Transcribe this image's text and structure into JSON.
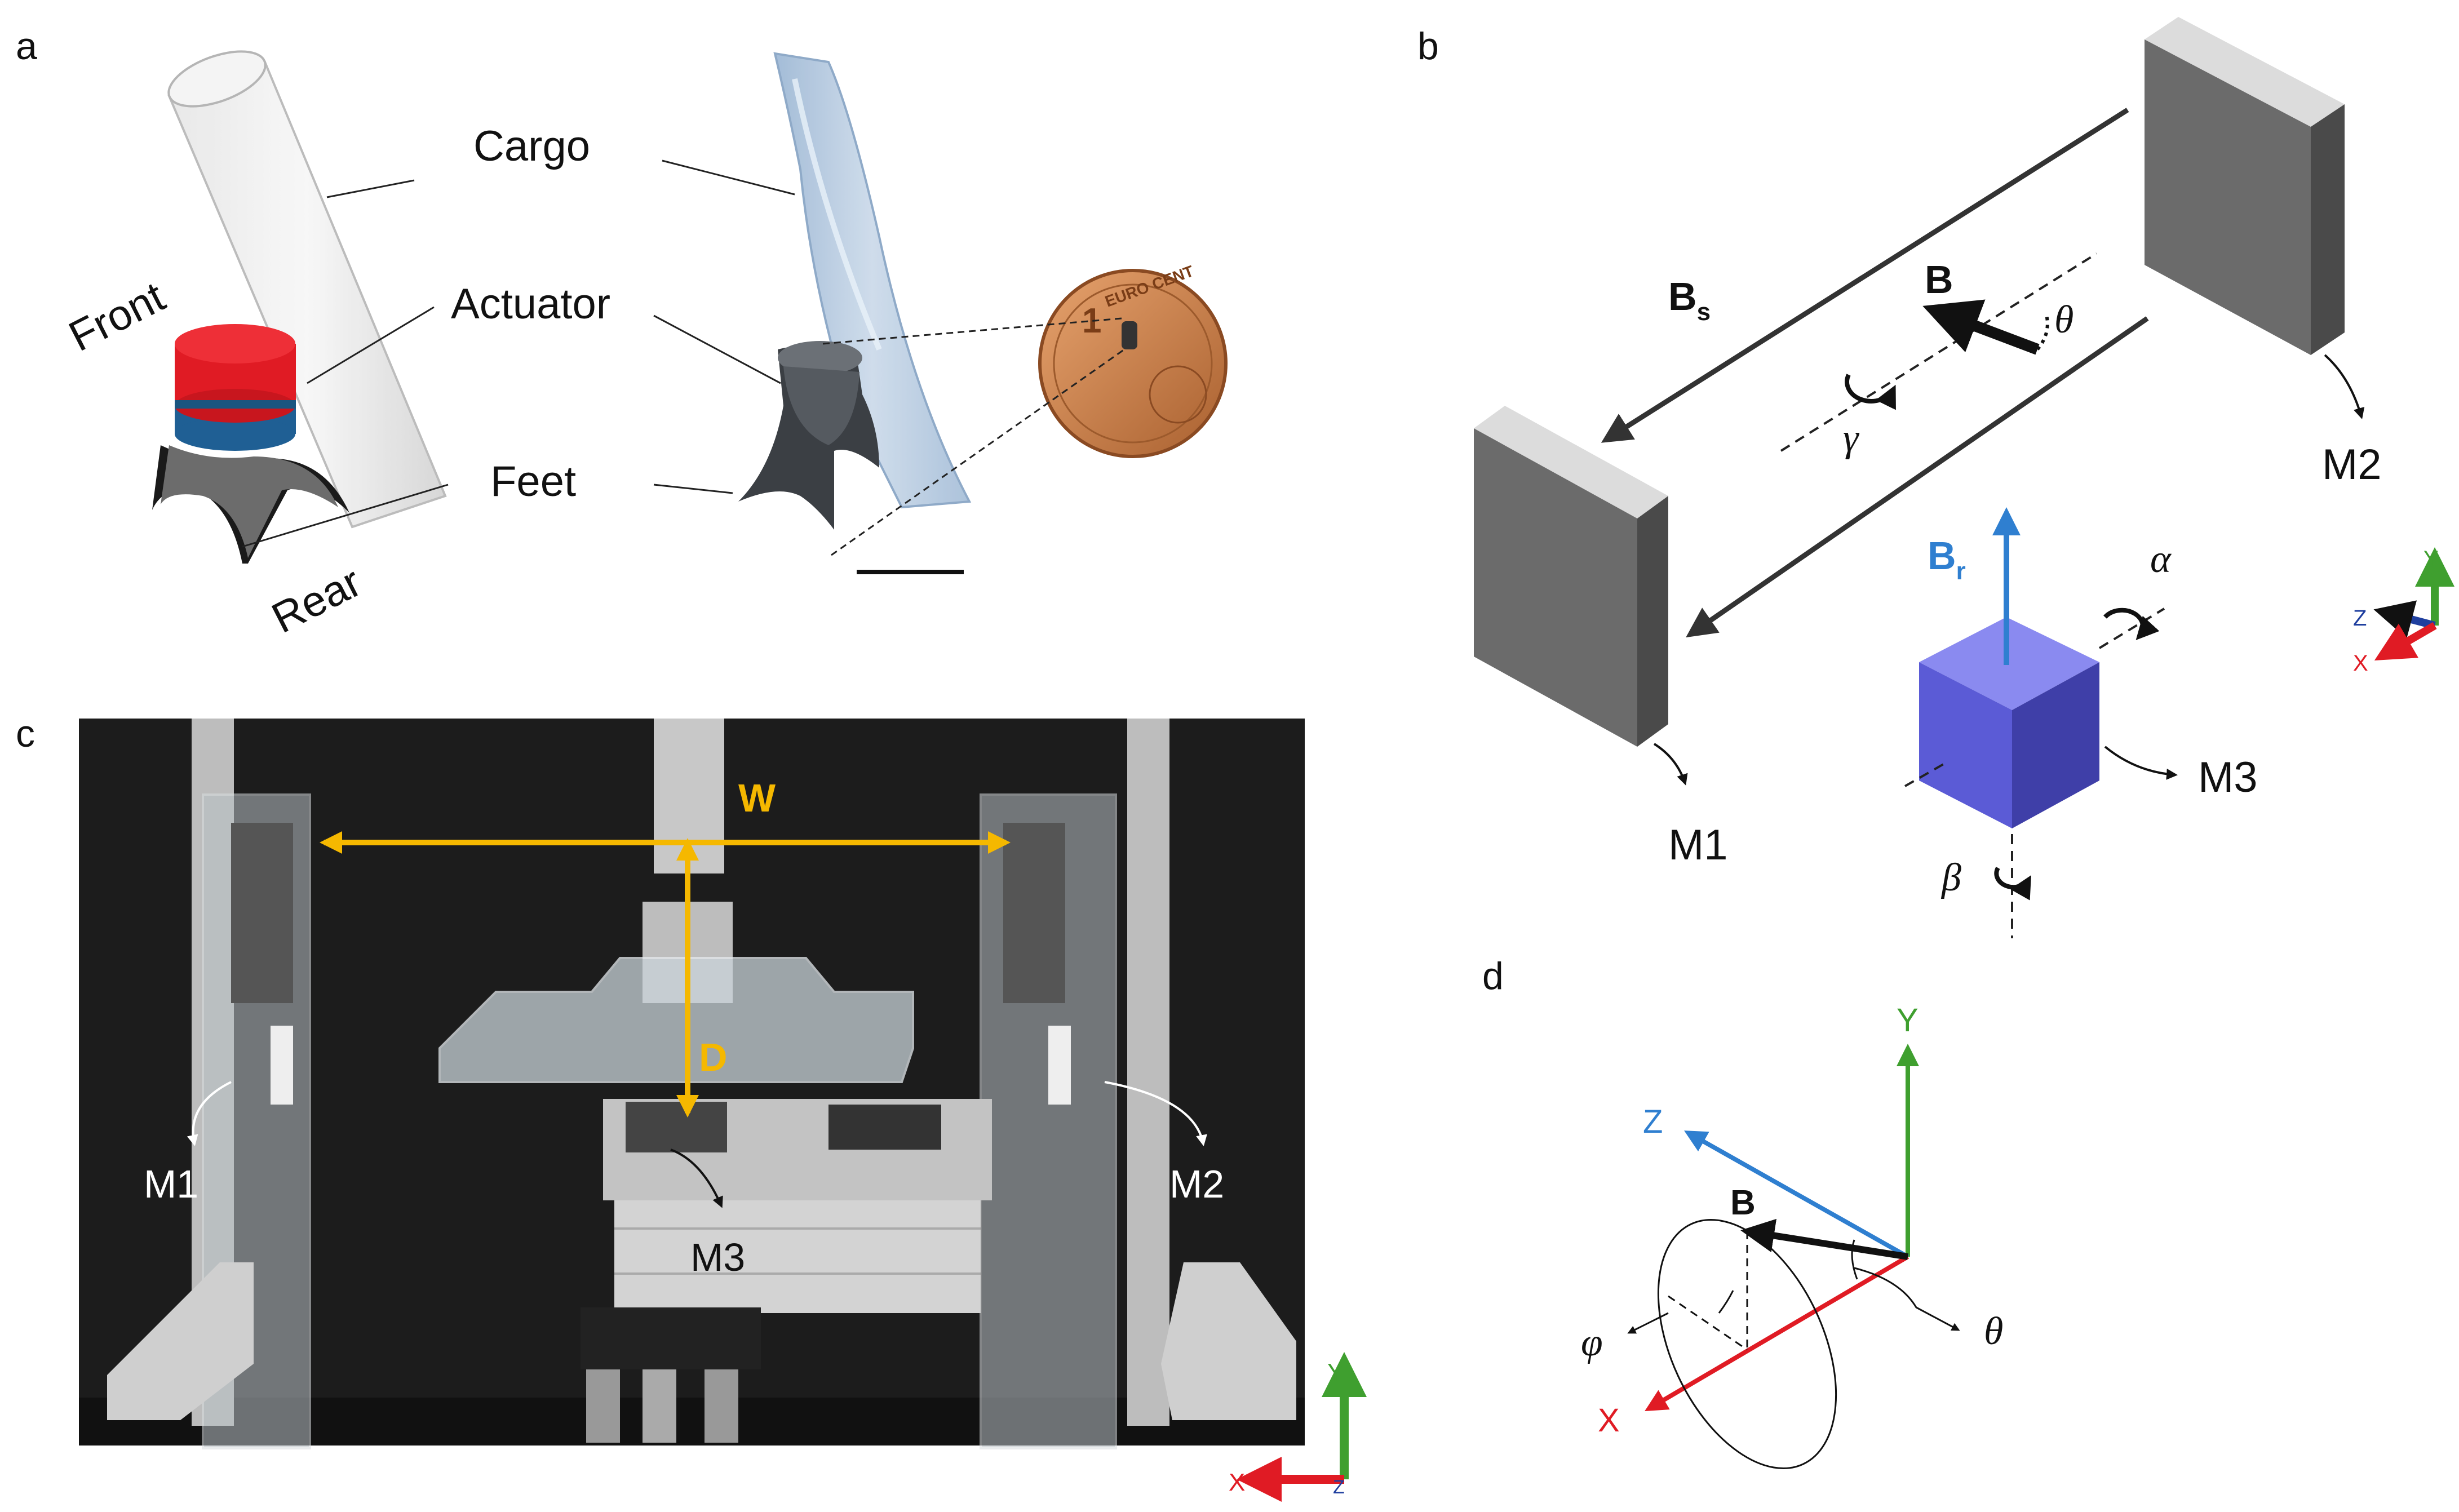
{
  "panels": {
    "a": {
      "letter": "a",
      "labels": {
        "cargo": "Cargo",
        "actuator": "Actuator",
        "feet": "Feet",
        "front": "Front",
        "rear": "Rear"
      },
      "coin": {
        "text": "EURO CENT",
        "value": "1"
      },
      "colors": {
        "magnet_north": "#e01b24",
        "magnet_south": "#1f5f94",
        "cargo_tube": "#dcdcdc"
      }
    },
    "b": {
      "letter": "b",
      "field_static": {
        "main": "B",
        "sub": "s"
      },
      "field_rot": {
        "main": "B",
        "sub": "r"
      },
      "field": "B",
      "angles": {
        "theta": "θ",
        "gamma": "γ",
        "alpha": "α",
        "beta": "β"
      },
      "magnets": {
        "m1": "M1",
        "m2": "M2",
        "m3": "M3"
      },
      "colors": {
        "rotating_magnet": "#5b5bd6",
        "b_r_arrow": "#2f7fd0",
        "static_magnet": "#6b6b6b"
      }
    },
    "c": {
      "letter": "c",
      "labels": {
        "w": "W",
        "d": "D",
        "m1": "M1",
        "m2": "M2",
        "m3": "M3"
      },
      "colors": {
        "dimension": "#f5b800",
        "backdrop": "#1c1c1c"
      }
    },
    "d": {
      "letter": "d",
      "axes": {
        "x": "X",
        "y": "Y",
        "z": "Z"
      },
      "field": "B",
      "angles": {
        "phi": "φ",
        "theta": "θ"
      },
      "colors": {
        "x": "#e01b24",
        "y": "#3f9f2f",
        "z": "#2f7fd0"
      }
    },
    "triad": {
      "x": "X",
      "y": "Y",
      "z": "Z"
    }
  }
}
